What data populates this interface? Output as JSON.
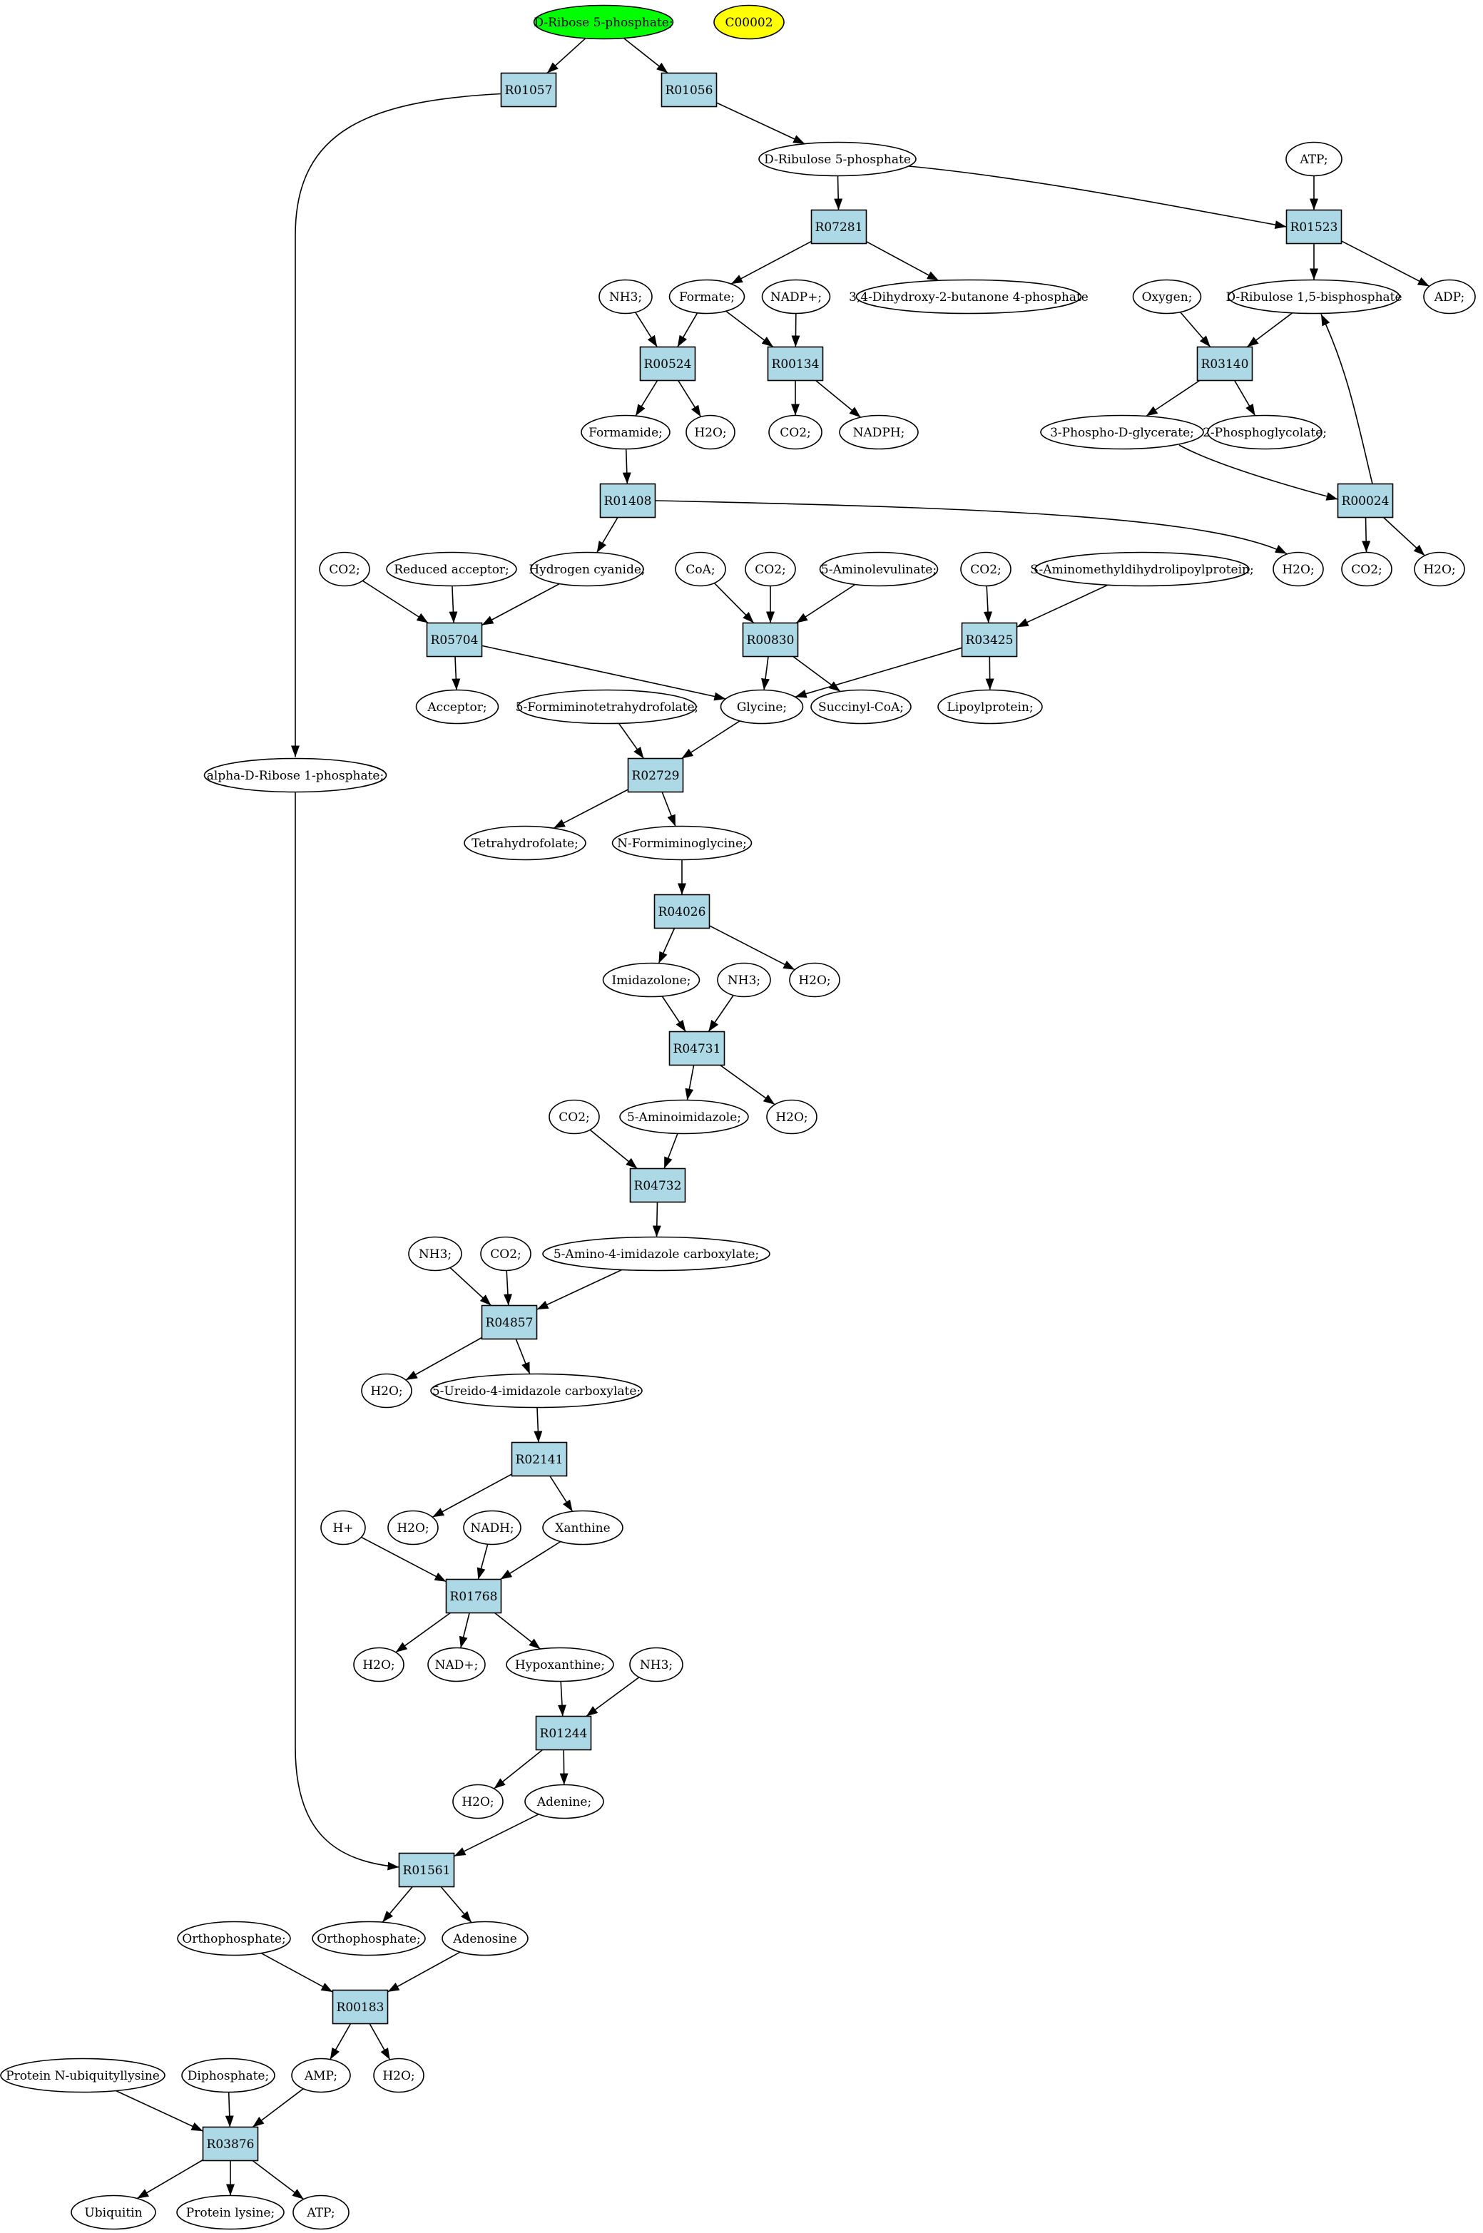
{
  "colors": {
    "reaction_fill": "#add8e6",
    "compound_fill": "#ffffff",
    "start_fill": "#00ff00",
    "highlight_fill": "#ffff00",
    "stroke": "#000000"
  },
  "nodes": [
    {
      "id": "c_drib5p",
      "kind": "compound",
      "style": "start",
      "label": "D-Ribose 5-phosphate;"
    },
    {
      "id": "c_c00002",
      "kind": "compound",
      "style": "highlight",
      "label": "C00002"
    },
    {
      "id": "r01057",
      "kind": "reaction",
      "label": "R01057"
    },
    {
      "id": "r01056",
      "kind": "reaction",
      "label": "R01056"
    },
    {
      "id": "c_dribu5p",
      "kind": "compound",
      "label": "D-Ribulose 5-phosphate"
    },
    {
      "id": "c_atp1",
      "kind": "compound",
      "label": "ATP;"
    },
    {
      "id": "r07281",
      "kind": "reaction",
      "label": "R07281"
    },
    {
      "id": "r01523",
      "kind": "reaction",
      "label": "R01523"
    },
    {
      "id": "c_nh3_1",
      "kind": "compound",
      "label": "NH3;"
    },
    {
      "id": "c_formate",
      "kind": "compound",
      "label": "Formate;"
    },
    {
      "id": "c_nadp",
      "kind": "compound",
      "label": "NADP+;"
    },
    {
      "id": "c_dhb4p",
      "kind": "compound",
      "label": "3,4-Dihydroxy-2-butanone 4-phosphate"
    },
    {
      "id": "c_oxygen",
      "kind": "compound",
      "label": "Oxygen;"
    },
    {
      "id": "c_drubp",
      "kind": "compound",
      "label": "D-Ribulose 1,5-bisphosphate"
    },
    {
      "id": "c_adp",
      "kind": "compound",
      "label": "ADP;"
    },
    {
      "id": "r00524",
      "kind": "reaction",
      "label": "R00524"
    },
    {
      "id": "r00134",
      "kind": "reaction",
      "label": "R00134"
    },
    {
      "id": "r03140",
      "kind": "reaction",
      "label": "R03140"
    },
    {
      "id": "c_formamide",
      "kind": "compound",
      "label": "Formamide;"
    },
    {
      "id": "c_h2o_1",
      "kind": "compound",
      "label": "H2O;"
    },
    {
      "id": "c_co2_1",
      "kind": "compound",
      "label": "CO2;"
    },
    {
      "id": "c_nadph",
      "kind": "compound",
      "label": "NADPH;"
    },
    {
      "id": "c_3pg",
      "kind": "compound",
      "label": "3-Phospho-D-glycerate;"
    },
    {
      "id": "c_2pglyc",
      "kind": "compound",
      "label": "2-Phosphoglycolate;"
    },
    {
      "id": "r01408",
      "kind": "reaction",
      "label": "R01408"
    },
    {
      "id": "r00024",
      "kind": "reaction",
      "label": "R00024"
    },
    {
      "id": "c_co2_2",
      "kind": "compound",
      "label": "CO2;"
    },
    {
      "id": "c_redacc",
      "kind": "compound",
      "label": "Reduced acceptor;"
    },
    {
      "id": "c_hcn",
      "kind": "compound",
      "label": "Hydrogen cyanide;"
    },
    {
      "id": "c_coa",
      "kind": "compound",
      "label": "CoA;"
    },
    {
      "id": "c_co2_3",
      "kind": "compound",
      "label": "CO2;"
    },
    {
      "id": "c_5ala",
      "kind": "compound",
      "label": "5-Aminolevulinate;"
    },
    {
      "id": "c_co2_4",
      "kind": "compound",
      "label": "CO2;"
    },
    {
      "id": "c_samdlp",
      "kind": "compound",
      "label": "S-Aminomethyldihydrolipoylprotein;"
    },
    {
      "id": "c_h2o_2",
      "kind": "compound",
      "label": "H2O;"
    },
    {
      "id": "c_co2_5",
      "kind": "compound",
      "label": "CO2;"
    },
    {
      "id": "c_h2o_3",
      "kind": "compound",
      "label": "H2O;"
    },
    {
      "id": "r05704",
      "kind": "reaction",
      "label": "R05704"
    },
    {
      "id": "r00830",
      "kind": "reaction",
      "label": "R00830"
    },
    {
      "id": "r03425",
      "kind": "reaction",
      "label": "R03425"
    },
    {
      "id": "c_acceptor",
      "kind": "compound",
      "label": "Acceptor;"
    },
    {
      "id": "c_5fthf",
      "kind": "compound",
      "label": "5-Formiminotetrahydrofolate;"
    },
    {
      "id": "c_glycine",
      "kind": "compound",
      "label": "Glycine;"
    },
    {
      "id": "c_succoa",
      "kind": "compound",
      "label": "Succinyl-CoA;"
    },
    {
      "id": "c_lipoyl",
      "kind": "compound",
      "label": "Lipoylprotein;"
    },
    {
      "id": "c_adr1p",
      "kind": "compound",
      "label": "alpha-D-Ribose 1-phosphate;"
    },
    {
      "id": "r02729",
      "kind": "reaction",
      "label": "R02729"
    },
    {
      "id": "c_thf",
      "kind": "compound",
      "label": "Tetrahydrofolate;"
    },
    {
      "id": "c_nfgly",
      "kind": "compound",
      "label": "N-Formiminoglycine;"
    },
    {
      "id": "r04026",
      "kind": "reaction",
      "label": "R04026"
    },
    {
      "id": "c_imidazolone",
      "kind": "compound",
      "label": "Imidazolone;"
    },
    {
      "id": "c_nh3_2",
      "kind": "compound",
      "label": "NH3;"
    },
    {
      "id": "c_h2o_4",
      "kind": "compound",
      "label": "H2O;"
    },
    {
      "id": "r04731",
      "kind": "reaction",
      "label": "R04731"
    },
    {
      "id": "c_co2_6",
      "kind": "compound",
      "label": "CO2;"
    },
    {
      "id": "c_5aimid",
      "kind": "compound",
      "label": "5-Aminoimidazole;"
    },
    {
      "id": "c_h2o_5",
      "kind": "compound",
      "label": "H2O;"
    },
    {
      "id": "r04732",
      "kind": "reaction",
      "label": "R04732"
    },
    {
      "id": "c_nh3_3",
      "kind": "compound",
      "label": "NH3;"
    },
    {
      "id": "c_co2_7",
      "kind": "compound",
      "label": "CO2;"
    },
    {
      "id": "c_5a4ic",
      "kind": "compound",
      "label": "5-Amino-4-imidazole carboxylate;"
    },
    {
      "id": "r04857",
      "kind": "reaction",
      "label": "R04857"
    },
    {
      "id": "c_h2o_6",
      "kind": "compound",
      "label": "H2O;"
    },
    {
      "id": "c_5u4ic",
      "kind": "compound",
      "label": "5-Ureido-4-imidazole carboxylate;"
    },
    {
      "id": "r02141",
      "kind": "reaction",
      "label": "R02141"
    },
    {
      "id": "c_hplus",
      "kind": "compound",
      "label": "H+"
    },
    {
      "id": "c_h2o_7",
      "kind": "compound",
      "label": "H2O;"
    },
    {
      "id": "c_nadh",
      "kind": "compound",
      "label": "NADH;"
    },
    {
      "id": "c_xanthine",
      "kind": "compound",
      "label": "Xanthine"
    },
    {
      "id": "r01768",
      "kind": "reaction",
      "label": "R01768"
    },
    {
      "id": "c_h2o_8",
      "kind": "compound",
      "label": "H2O;"
    },
    {
      "id": "c_nad",
      "kind": "compound",
      "label": "NAD+;"
    },
    {
      "id": "c_hypox",
      "kind": "compound",
      "label": "Hypoxanthine;"
    },
    {
      "id": "c_nh3_4",
      "kind": "compound",
      "label": "NH3;"
    },
    {
      "id": "r01244",
      "kind": "reaction",
      "label": "R01244"
    },
    {
      "id": "c_h2o_9",
      "kind": "compound",
      "label": "H2O;"
    },
    {
      "id": "c_adenine",
      "kind": "compound",
      "label": "Adenine;"
    },
    {
      "id": "r01561",
      "kind": "reaction",
      "label": "R01561"
    },
    {
      "id": "c_ortho1",
      "kind": "compound",
      "label": "Orthophosphate;"
    },
    {
      "id": "c_ortho2",
      "kind": "compound",
      "label": "Orthophosphate;"
    },
    {
      "id": "c_adenosine",
      "kind": "compound",
      "label": "Adenosine"
    },
    {
      "id": "r00183",
      "kind": "reaction",
      "label": "R00183"
    },
    {
      "id": "c_pnul",
      "kind": "compound",
      "label": "Protein N-ubiquityllysine"
    },
    {
      "id": "c_diphos",
      "kind": "compound",
      "label": "Diphosphate;"
    },
    {
      "id": "c_amp",
      "kind": "compound",
      "label": "AMP;"
    },
    {
      "id": "c_h2o_10",
      "kind": "compound",
      "label": "H2O;"
    },
    {
      "id": "r03876",
      "kind": "reaction",
      "label": "R03876"
    },
    {
      "id": "c_ubiquitin",
      "kind": "compound",
      "label": "Ubiquitin"
    },
    {
      "id": "c_plys",
      "kind": "compound",
      "label": "Protein lysine;"
    },
    {
      "id": "c_atp2",
      "kind": "compound",
      "label": "ATP;"
    }
  ],
  "edges": [
    [
      "c_drib5p",
      "r01057"
    ],
    [
      "c_drib5p",
      "r01056"
    ],
    [
      "r01056",
      "c_dribu5p"
    ],
    [
      "r01057",
      "c_adr1p"
    ],
    [
      "c_dribu5p",
      "r07281"
    ],
    [
      "c_dribu5p",
      "r01523"
    ],
    [
      "c_atp1",
      "r01523"
    ],
    [
      "r07281",
      "c_formate"
    ],
    [
      "r07281",
      "c_dhb4p"
    ],
    [
      "r01523",
      "c_drubp"
    ],
    [
      "r01523",
      "c_adp"
    ],
    [
      "c_nh3_1",
      "r00524"
    ],
    [
      "c_formate",
      "r00524"
    ],
    [
      "c_formate",
      "r00134"
    ],
    [
      "c_nadp",
      "r00134"
    ],
    [
      "c_oxygen",
      "r03140"
    ],
    [
      "c_drubp",
      "r03140"
    ],
    [
      "r00524",
      "c_formamide"
    ],
    [
      "r00524",
      "c_h2o_1"
    ],
    [
      "r00134",
      "c_co2_1"
    ],
    [
      "r00134",
      "c_nadph"
    ],
    [
      "r03140",
      "c_3pg"
    ],
    [
      "r03140",
      "c_2pglyc"
    ],
    [
      "c_formamide",
      "r01408"
    ],
    [
      "c_3pg",
      "r00024"
    ],
    [
      "r00024",
      "c_drubp"
    ],
    [
      "r00024",
      "c_co2_5"
    ],
    [
      "r00024",
      "c_h2o_3"
    ],
    [
      "r01408",
      "c_hcn"
    ],
    [
      "r01408",
      "c_h2o_2"
    ],
    [
      "c_co2_2",
      "r05704"
    ],
    [
      "c_redacc",
      "r05704"
    ],
    [
      "c_hcn",
      "r05704"
    ],
    [
      "r05704",
      "c_acceptor"
    ],
    [
      "r05704",
      "c_glycine"
    ],
    [
      "c_coa",
      "r00830"
    ],
    [
      "c_co2_3",
      "r00830"
    ],
    [
      "c_5ala",
      "r00830"
    ],
    [
      "r00830",
      "c_glycine"
    ],
    [
      "r00830",
      "c_succoa"
    ],
    [
      "c_co2_4",
      "r03425"
    ],
    [
      "c_samdlp",
      "r03425"
    ],
    [
      "r03425",
      "c_glycine"
    ],
    [
      "r03425",
      "c_lipoyl"
    ],
    [
      "c_5fthf",
      "r02729"
    ],
    [
      "c_glycine",
      "r02729"
    ],
    [
      "r02729",
      "c_thf"
    ],
    [
      "r02729",
      "c_nfgly"
    ],
    [
      "c_nfgly",
      "r04026"
    ],
    [
      "r04026",
      "c_imidazolone"
    ],
    [
      "r04026",
      "c_h2o_4"
    ],
    [
      "c_imidazolone",
      "r04731"
    ],
    [
      "c_nh3_2",
      "r04731"
    ],
    [
      "r04731",
      "c_5aimid"
    ],
    [
      "r04731",
      "c_h2o_5"
    ],
    [
      "c_co2_6",
      "r04732"
    ],
    [
      "c_5aimid",
      "r04732"
    ],
    [
      "r04732",
      "c_5a4ic"
    ],
    [
      "c_nh3_3",
      "r04857"
    ],
    [
      "c_co2_7",
      "r04857"
    ],
    [
      "c_5a4ic",
      "r04857"
    ],
    [
      "r04857",
      "c_h2o_6"
    ],
    [
      "r04857",
      "c_5u4ic"
    ],
    [
      "c_5u4ic",
      "r02141"
    ],
    [
      "r02141",
      "c_h2o_7"
    ],
    [
      "r02141",
      "c_xanthine"
    ],
    [
      "c_hplus",
      "r01768"
    ],
    [
      "c_nadh",
      "r01768"
    ],
    [
      "c_xanthine",
      "r01768"
    ],
    [
      "r01768",
      "c_h2o_8"
    ],
    [
      "r01768",
      "c_nad"
    ],
    [
      "r01768",
      "c_hypox"
    ],
    [
      "c_hypox",
      "r01244"
    ],
    [
      "c_nh3_4",
      "r01244"
    ],
    [
      "r01244",
      "c_h2o_9"
    ],
    [
      "r01244",
      "c_adenine"
    ],
    [
      "c_adr1p",
      "r01561"
    ],
    [
      "c_adenine",
      "r01561"
    ],
    [
      "r01561",
      "c_ortho2"
    ],
    [
      "r01561",
      "c_adenosine"
    ],
    [
      "c_ortho1",
      "r00183"
    ],
    [
      "c_adenosine",
      "r00183"
    ],
    [
      "r00183",
      "c_amp"
    ],
    [
      "r00183",
      "c_h2o_10"
    ],
    [
      "c_pnul",
      "r03876"
    ],
    [
      "c_diphos",
      "r03876"
    ],
    [
      "c_amp",
      "r03876"
    ],
    [
      "r03876",
      "c_ubiquitin"
    ],
    [
      "r03876",
      "c_plys"
    ],
    [
      "r03876",
      "c_atp2"
    ]
  ]
}
